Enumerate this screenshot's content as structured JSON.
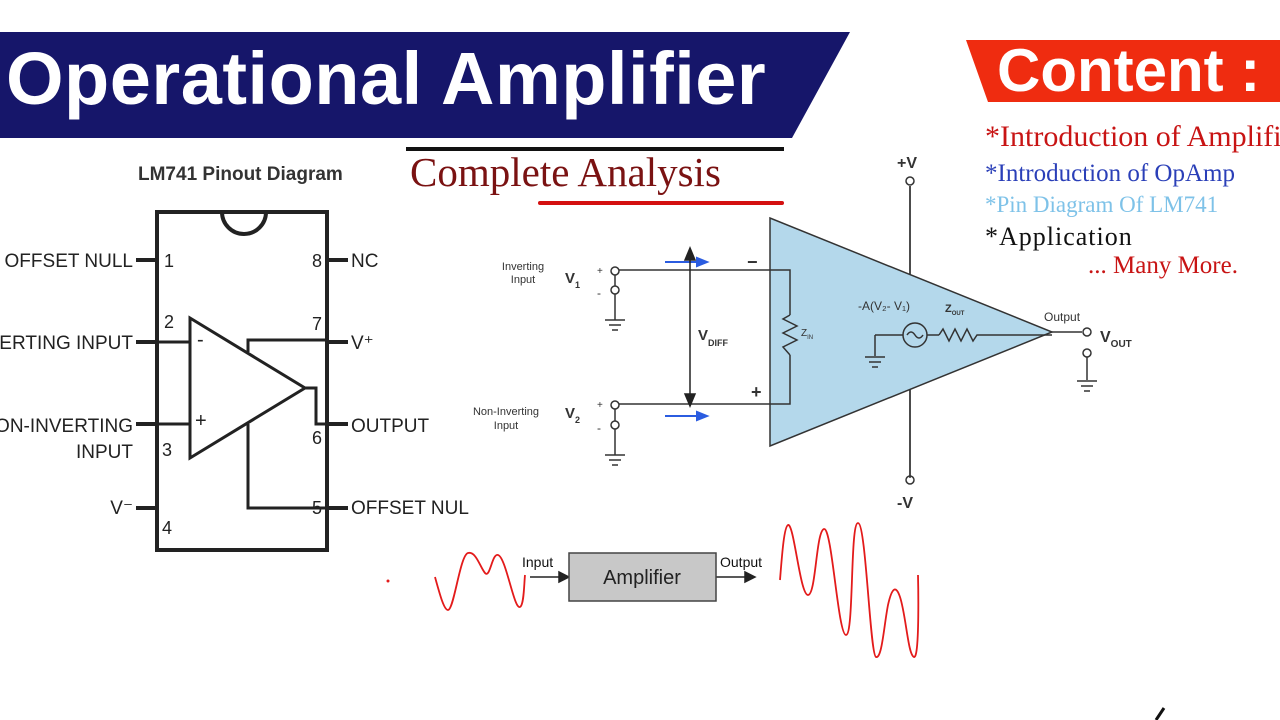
{
  "header": {
    "title": "Operational Amplifier",
    "subtitle": "Complete Analysis",
    "content_heading": "Content :"
  },
  "content_list": [
    {
      "text": "*Introduction of Amplifier",
      "color": "#c81414"
    },
    {
      "text": "*Introduction of OpAmp",
      "color": "#2a3fb8"
    },
    {
      "text": "*Pin Diagram Of LM741",
      "color": "#7ec2e8"
    },
    {
      "text": "*Application",
      "color": "#111111"
    },
    {
      "text": "... Many More.",
      "color": "#c81414"
    }
  ],
  "pinout": {
    "title": "LM741 Pinout Diagram",
    "pins": [
      {
        "number": "1",
        "label": "OFFSET NULL"
      },
      {
        "number": "2",
        "label": "INVERTING INPUT"
      },
      {
        "number": "3",
        "label": "NON-INVERTING INPUT",
        "label_line1": "NON-INVERTING",
        "label_line2": "INPUT"
      },
      {
        "number": "4",
        "label": "V⁻"
      },
      {
        "number": "5",
        "label": "OFFSET NULL"
      },
      {
        "number": "6",
        "label": "OUTPUT"
      },
      {
        "number": "7",
        "label": "V⁺"
      },
      {
        "number": "8",
        "label": "NC"
      }
    ],
    "opamp_minus": "-",
    "opamp_plus": "+"
  },
  "opamp_model": {
    "supply_pos": "+V",
    "supply_neg": "-V",
    "inverting_label_line1": "Inverting",
    "inverting_label_line2": "Input",
    "noninverting_label_line1": "Non-Inverting",
    "noninverting_label_line2": "Input",
    "v1": "V",
    "v1_sub": "1",
    "v2": "V",
    "v2_sub": "2",
    "plus_sign": "+",
    "minus_sign": "-",
    "vdiff": "V",
    "vdiff_sub": "DIFF",
    "zin": "Z",
    "zin_sub": "IN",
    "source_expr": "-A(V₂- V₁)",
    "zout": "Z",
    "zout_sub": "OUT",
    "output_label": "Output",
    "vout": "V",
    "vout_sub": "OUT",
    "triangle_minus": "−",
    "triangle_plus": "+"
  },
  "block_diagram": {
    "input_label": "Input",
    "block_label": "Amplifier",
    "output_label": "Output"
  },
  "colors": {
    "title_banner": "#16166a",
    "content_banner": "#ef2c10",
    "triangle_fill": "#b4d8eb",
    "arrow_blue": "#2b5ce0",
    "wave_red": "#e31b1b",
    "block_fill": "#c8c8c8"
  }
}
